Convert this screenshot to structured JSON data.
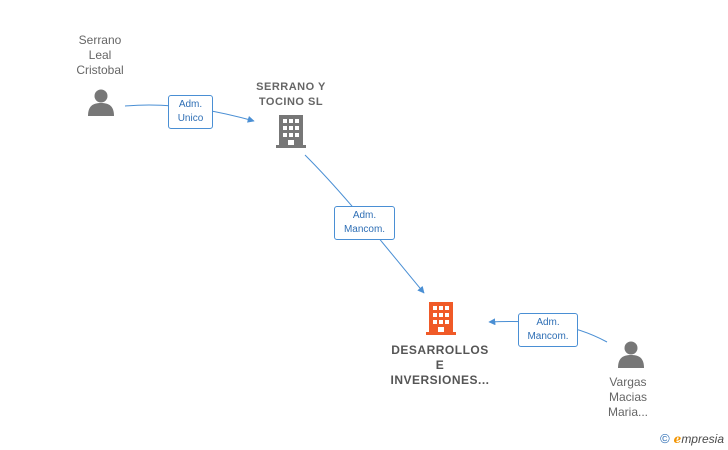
{
  "nodes": {
    "person1": {
      "lines": [
        "Serrano",
        "Leal",
        "Cristobal"
      ]
    },
    "company1": {
      "lines": [
        "SERRANO Y",
        "TOCINO  SL"
      ]
    },
    "company2": {
      "lines": [
        "DESARROLLOS",
        "E",
        "INVERSIONES..."
      ]
    },
    "person2": {
      "lines": [
        "Vargas",
        "Macias",
        "Maria..."
      ]
    }
  },
  "edges": {
    "e1": {
      "lines": [
        "Adm.",
        "Unico"
      ]
    },
    "e2": {
      "lines": [
        "Adm.",
        "Mancom."
      ]
    },
    "e3": {
      "lines": [
        "Adm.",
        "Mancom."
      ]
    }
  },
  "colors": {
    "edge": "#4a8fd4",
    "person_icon": "#777777",
    "company_icon": "#777777",
    "main_company_icon": "#f05a28"
  },
  "brand": {
    "copyright": "©",
    "first_letter": "e",
    "rest": "mpresia"
  }
}
